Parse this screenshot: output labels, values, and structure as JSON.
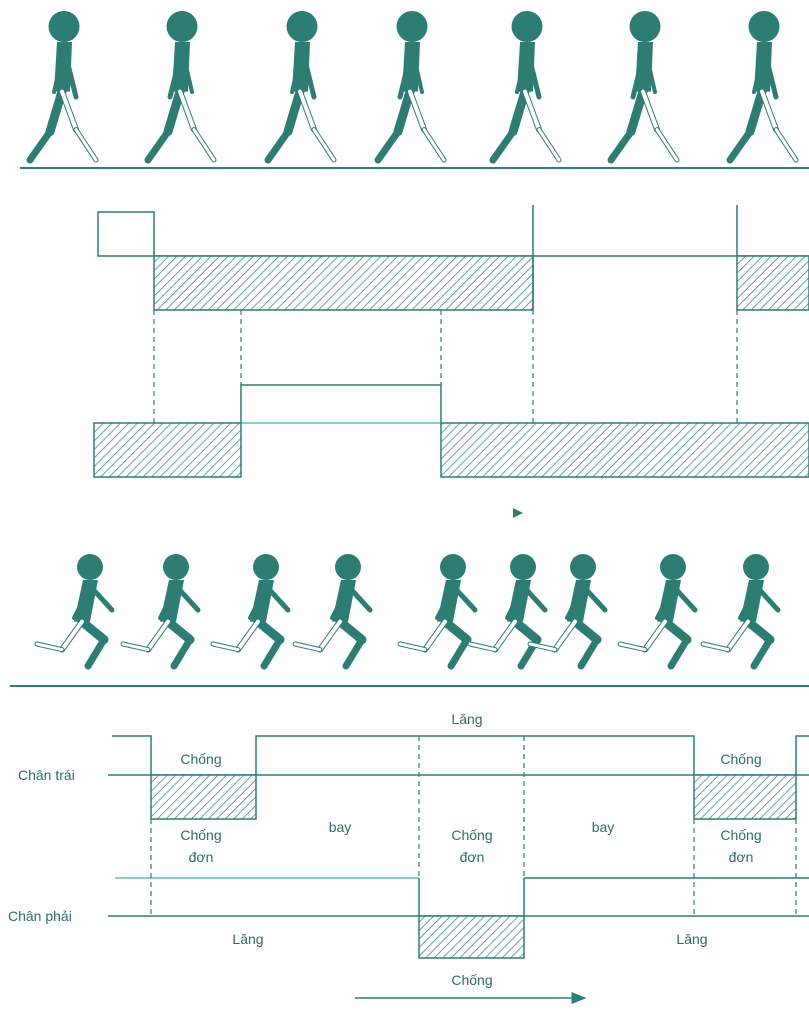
{
  "colors": {
    "teal": "#2e7d74",
    "teal_light": "#5fc4b6",
    "background": "#ffffff"
  },
  "running_diagram": {
    "left_leg_label": "Chân trái",
    "right_leg_label": "Chân phải",
    "top_phase_label": "Lăng",
    "support_label_left": "Chống",
    "support_label_right": "Chống",
    "single_support_1": "Chống\nđơn",
    "single_support_2": "Chống\nđơn",
    "single_support_3": "Chống\nđơn",
    "flight_1": "bay",
    "flight_2": "bay",
    "swing_left": "Lăng",
    "swing_right": "Lăng",
    "support_bottom": "Chống"
  }
}
